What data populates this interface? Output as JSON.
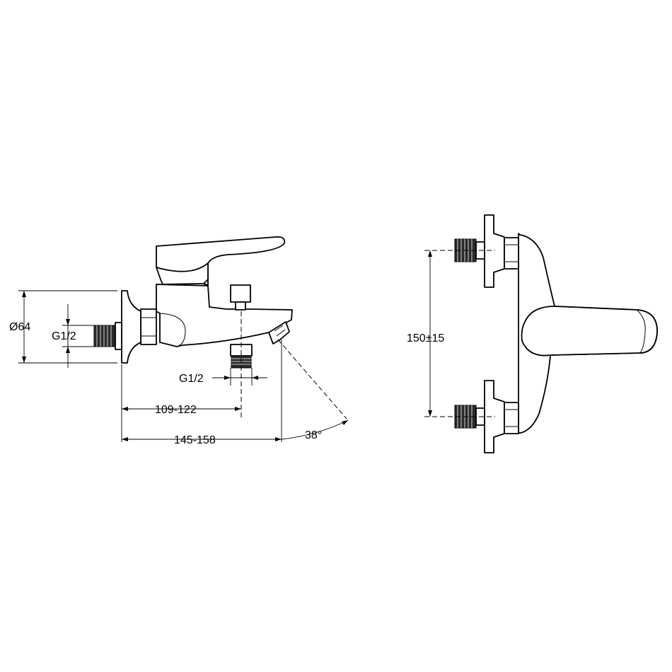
{
  "dimensions": {
    "flange_diameter": "Ø64",
    "inlet_thread_side": "G1/2",
    "outlet_thread": "G1/2",
    "inlet_to_outlet": "109-122",
    "overall_length": "145-158",
    "spout_angle": "38°",
    "inlet_spacing": "150±15"
  }
}
